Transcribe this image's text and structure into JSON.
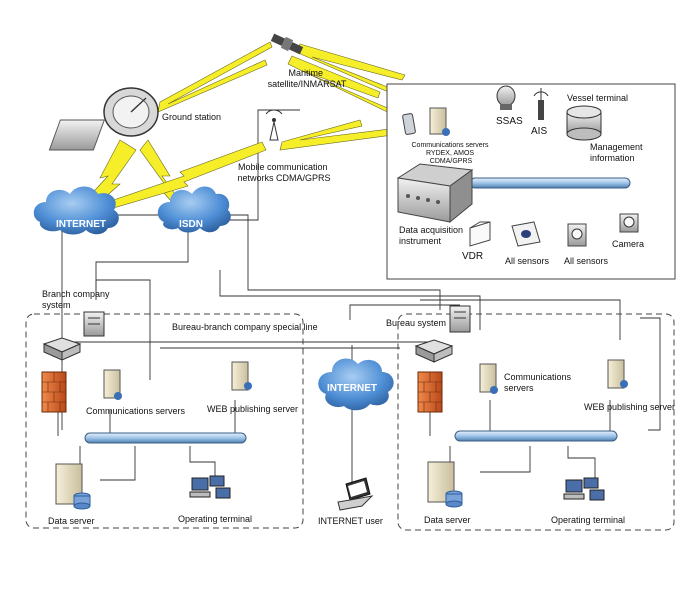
{
  "labels": {
    "satellite": [
      "Maritime",
      "satellite/INMARSAT"
    ],
    "ground_station": "Ground station",
    "mobile_networks": [
      "Mobile communication",
      "networks CDMA/GPRS"
    ],
    "internet_top": "INTERNET",
    "isdn": "ISDN",
    "ssas": "SSAS",
    "ais": "AIS",
    "vessel_terminal": "Vessel terminal",
    "vessel_comm_servers": [
      "Communications servers",
      "RYDEX, AMOS",
      "CDMA/GPRS"
    ],
    "management_info": [
      "Management",
      "information"
    ],
    "data_acquisition": [
      "Data acquisition",
      "instrument"
    ],
    "vdr": "VDR",
    "all_sensors_1": "All sensors",
    "all_sensors_2": "All sensors",
    "camera": "Camera",
    "branch_system": [
      "Branch company",
      "system"
    ],
    "special_line": "Bureau-branch company special line",
    "bureau_system": "Bureau system",
    "left_comm_servers": "Communications servers",
    "left_web_server": "WEB publishing server",
    "left_data_server": "Data server",
    "left_operating_terminal": "Operating terminal",
    "internet_mid": "INTERNET",
    "internet_user": "INTERNET user",
    "right_comm_servers": [
      "Communications",
      "servers"
    ],
    "right_web_server": "WEB publishing server",
    "right_data_server": "Data server",
    "right_operating_terminal": "Operating terminal"
  },
  "colors": {
    "cloud": "#4f8fd6",
    "bus": "#9fc4e8",
    "firewall": "#e0662a",
    "lightning": "#f5ee28"
  }
}
